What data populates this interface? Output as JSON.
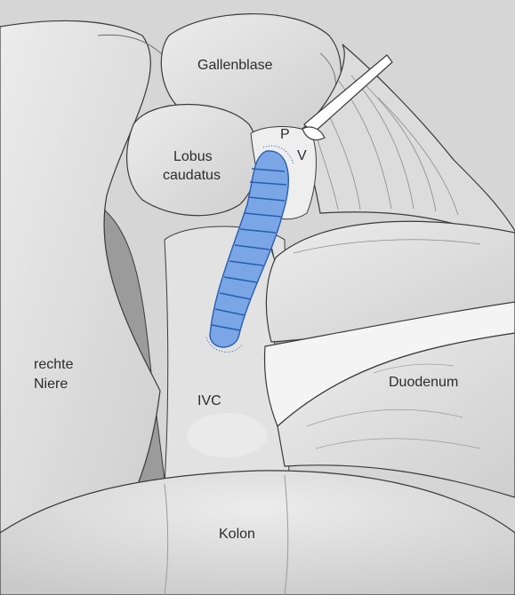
{
  "labels": {
    "gallbladder": "Gallenblase",
    "caudate_line1": "Lobus",
    "caudate_line2": "caudatus",
    "portal_p": "P",
    "portal_v": "V",
    "right_kidney_line1": "rechte",
    "right_kidney_line2": "Niere",
    "ivc": "IVC",
    "duodenum": "Duodenum",
    "colon": "Kolon"
  },
  "colors": {
    "organ_fill": "#d9d9d9",
    "organ_light": "#e6e6e6",
    "shadow": "#8e8e8e",
    "outline": "#3a3a3a",
    "vessel_blue": "#5b8fd6",
    "suture_blue": "#2a5cb0"
  }
}
